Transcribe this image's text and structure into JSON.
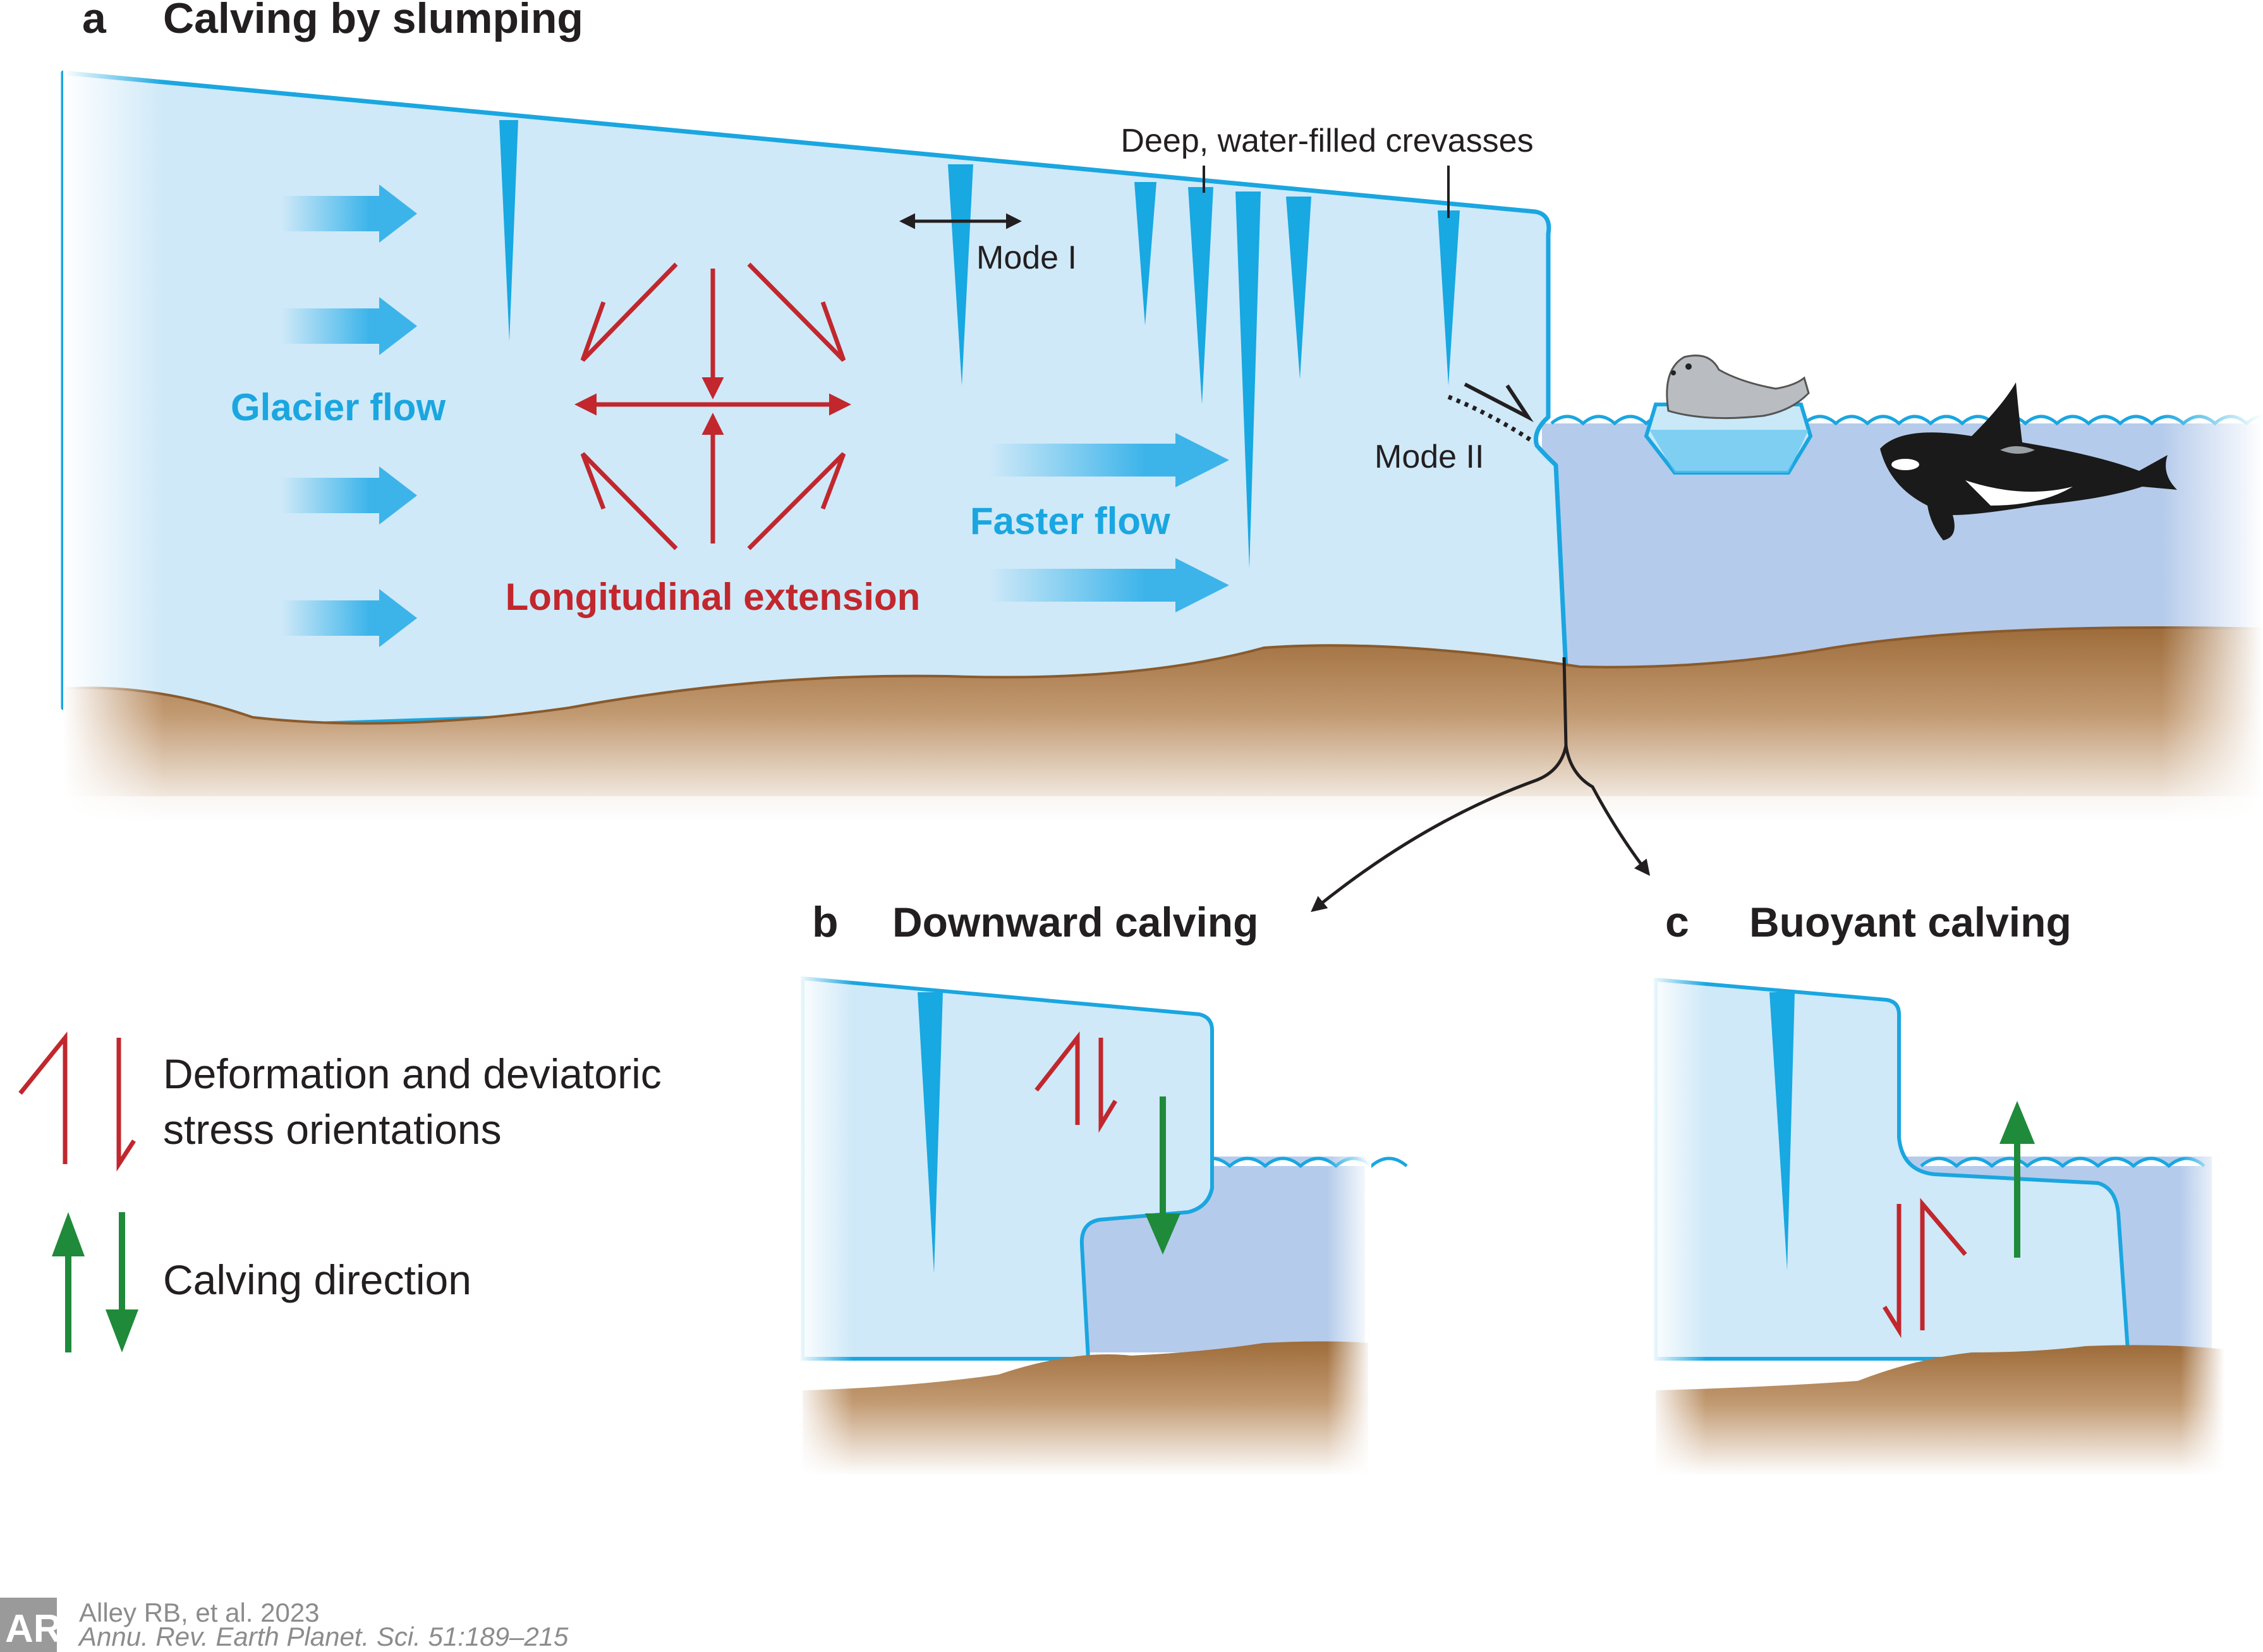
{
  "panels": {
    "a": {
      "letter": "a",
      "title": "Calving by slumping"
    },
    "b": {
      "letter": "b",
      "title": "Downward calving"
    },
    "c": {
      "letter": "c",
      "title": "Buoyant calving"
    }
  },
  "labels": {
    "glacier_flow": "Glacier flow",
    "faster_flow": "Faster flow",
    "longitudinal_extension": "Longitudinal extension",
    "crevasses": "Deep, water-filled crevasses",
    "mode_1": "Mode I",
    "mode_2": "Mode II"
  },
  "legend": {
    "deformation_line1": "Deformation and deviatoric",
    "deformation_line2": "stress orientations",
    "calving_direction": "Calving direction"
  },
  "citation": {
    "logo_text": "AR",
    "line1": "Alley RB, et al. 2023",
    "line2": "Annu. Rev. Earth Planet. Sci. 51:189–215"
  },
  "colors": {
    "ice_fill": "#cfe9f8",
    "ice_edge": "#1aa6e0",
    "crevasse": "#18a8e2",
    "water": "#b5cbeb",
    "bed_top": "#a2713f",
    "stress_red": "#c1272d",
    "calving_green": "#1f8a3a",
    "label_blue": "#1aa6e0",
    "text_dark": "#231f20",
    "citation_gray": "#8c8c8c"
  }
}
